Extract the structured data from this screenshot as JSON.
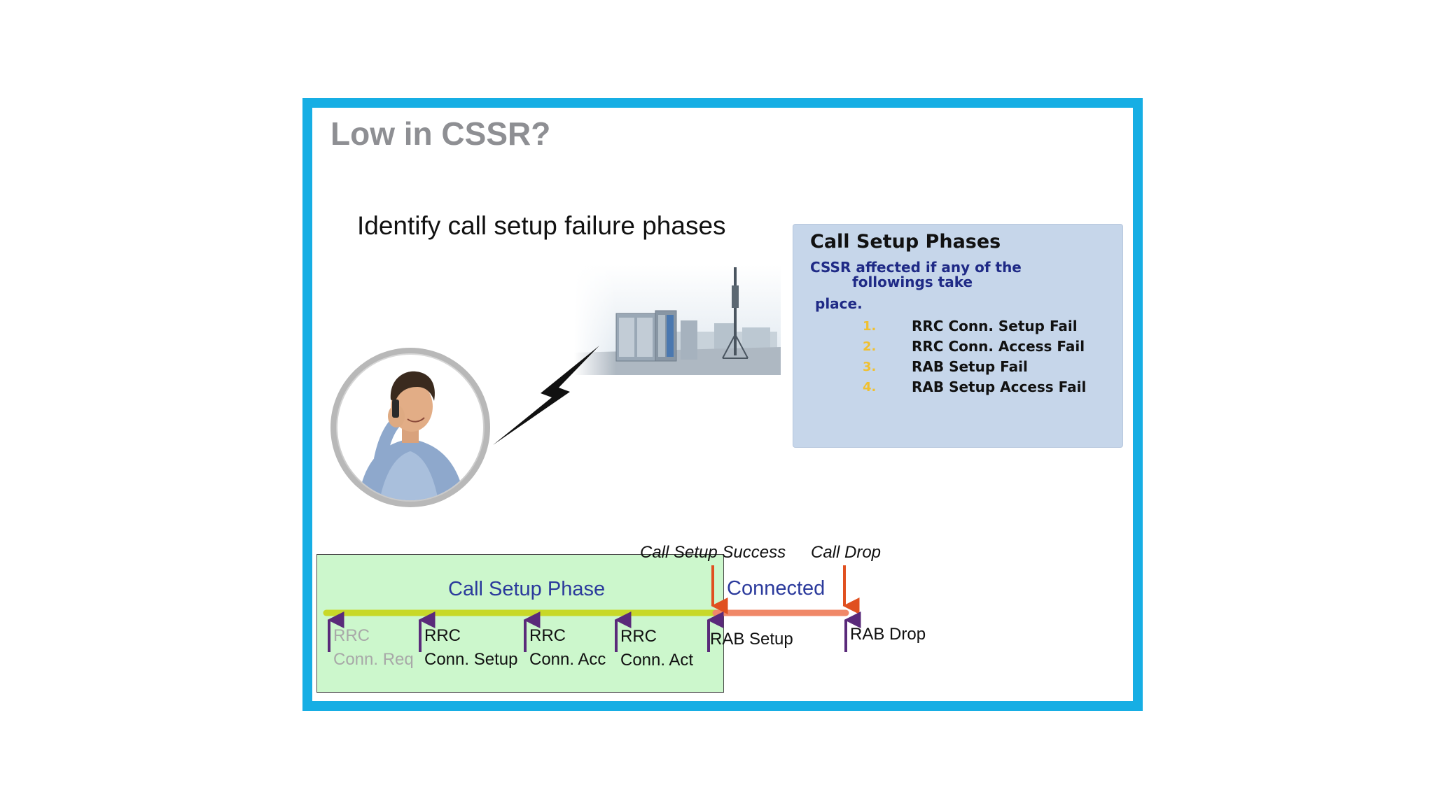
{
  "slide": {
    "title": "Low in CSSR?",
    "subtitle": "Identify call setup failure phases"
  },
  "info_panel": {
    "title": "Call Setup Phases",
    "description_line1": "CSSR affected if any of the",
    "description_line2": "followings take",
    "description_line3": "place.",
    "items": [
      {
        "number": "1.",
        "label": "RRC Conn. Setup Fail"
      },
      {
        "number": "2.",
        "label": "RRC Conn. Access Fail"
      },
      {
        "number": "3.",
        "label": "RAB Setup Fail"
      },
      {
        "number": "4.",
        "label": "RAB Setup Access Fail"
      }
    ]
  },
  "timeline": {
    "phase_label": "Call Setup Phase",
    "connected_label": "Connected",
    "call_setup_success": "Call Setup Success",
    "call_drop": "Call Drop",
    "messages": [
      {
        "line1": "RRC",
        "line2": "Conn. Req"
      },
      {
        "line1": "RRC",
        "line2": "Conn. Setup"
      },
      {
        "line1": "RRC",
        "line2": "Conn. Acc"
      },
      {
        "line1": "RRC",
        "line2": "Conn. Act"
      },
      {
        "line1": "RAB Setup",
        "line2": ""
      },
      {
        "line1": "RAB Drop",
        "line2": ""
      }
    ]
  },
  "colors": {
    "frame": "#16aee4",
    "setup_bar": "#c8d828",
    "connected_bar": "#f08868",
    "event_arrow": "#e05020",
    "message_arrow": "#5a2a7a",
    "panel_bg": "#c6d6ea",
    "phase_bg": "#ccf7cc"
  },
  "images": {
    "user_photo": "man-on-phone",
    "cell_site": "rooftop-base-station",
    "signal": "lightning-bolt-icon"
  }
}
